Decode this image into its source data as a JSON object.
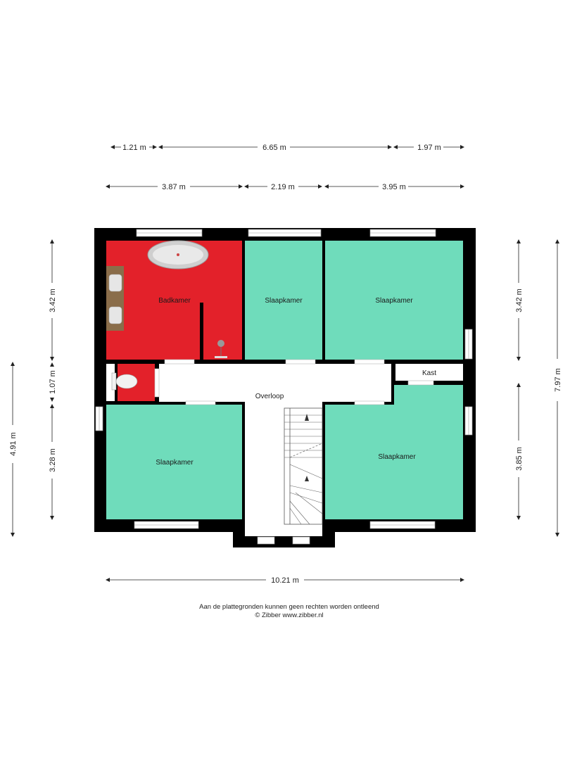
{
  "colors": {
    "wall": "#000000",
    "bedroom": "#6fdcbb",
    "bathroom": "#e3212a",
    "hall": "#ffffff",
    "furniture": "#d8d8d8",
    "vanity": "#8a6d4a"
  },
  "dimensions": {
    "top_row1": [
      "1.21 m",
      "6.65 m",
      "1.97 m"
    ],
    "top_row2": [
      "3.87 m",
      "2.19 m",
      "3.95 m"
    ],
    "left_inner": [
      "3.42 m",
      "1.07 m",
      "3.28 m"
    ],
    "left_outer": "4.91 m",
    "right_inner": [
      "3.42 m",
      "3.85 m"
    ],
    "right_outer": "7.97 m",
    "bottom": "10.21 m"
  },
  "rooms": {
    "bathroom": "Badkamer",
    "bedroom_top_middle": "Slaapkamer",
    "bedroom_top_right": "Slaapkamer",
    "bedroom_bottom_left": "Slaapkamer",
    "bedroom_bottom_right": "Slaapkamer",
    "landing": "Overloop",
    "closet": "Kast"
  },
  "footer": {
    "disclaimer": "Aan de plattegronden kunnen geen rechten worden ontleend",
    "copyright": "© Zibber www.zibber.nl"
  }
}
